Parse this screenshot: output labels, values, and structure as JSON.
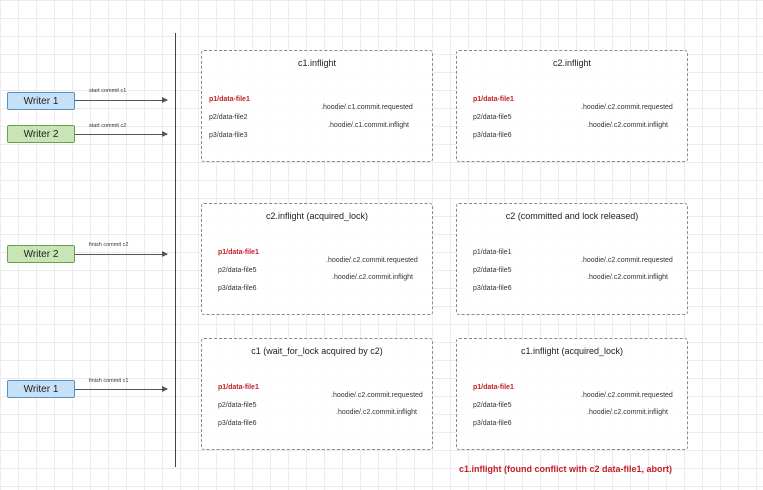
{
  "writers": [
    {
      "label": "Writer 1",
      "action": "start commit c1"
    },
    {
      "label": "Writer 2",
      "action": "start commit c2"
    },
    {
      "label": "Writer 2",
      "action": "finish commit c2"
    },
    {
      "label": "Writer 1",
      "action": "finish commit c1"
    }
  ],
  "boxes": [
    {
      "title": "c1.inflight",
      "files": [
        "p1/data-file1",
        "p2/data-file2",
        "p3/data-file3"
      ],
      "requested": ".hoodie/.c1.commit.requested",
      "inflight": ".hoodie/.c1.commit.inflight"
    },
    {
      "title": "c2.inflight",
      "files": [
        "p1/data-file1",
        "p2/data-file5",
        "p3/data-file6"
      ],
      "requested": ".hoodie/.c2.commit.requested",
      "inflight": ".hoodie/.c2.commit.inflight"
    },
    {
      "title": "c2.inflight (acquired_lock)",
      "files": [
        "p1/data-file1",
        "p2/data-file5",
        "p3/data-file6"
      ],
      "requested": ".hoodie/.c2.commit.requested",
      "inflight": ".hoodie/.c2.commit.inflight"
    },
    {
      "title": "c2 (committed and lock released)",
      "files": [
        "p1/data-file1",
        "p2/data-file5",
        "p3/data-file6"
      ],
      "requested": ".hoodie/.c2.commit.requested",
      "inflight": ".hoodie/.c2.commit.inflight"
    },
    {
      "title": "c1 (wait_for_lock acquired by c2)",
      "files": [
        "p1/data-file1",
        "p2/data-file5",
        "p3/data-file6"
      ],
      "requested": ".hoodie/.c2.commit.requested",
      "inflight": ".hoodie/.c2.commit.inflight"
    },
    {
      "title": "c1.inflight (acquired_lock)",
      "files": [
        "p1/data-file1",
        "p2/data-file5",
        "p3/data-file6"
      ],
      "requested": ".hoodie/.c2.commit.requested",
      "inflight": ".hoodie/.c2.commit.inflight"
    }
  ],
  "footer": "c1.inflight (found conflict with c2 data-file1, abort)",
  "colors": {
    "conflict": "#c41e2b",
    "writer1_fill": "#c6e0f7",
    "writer2_fill": "#c8e6b5"
  }
}
